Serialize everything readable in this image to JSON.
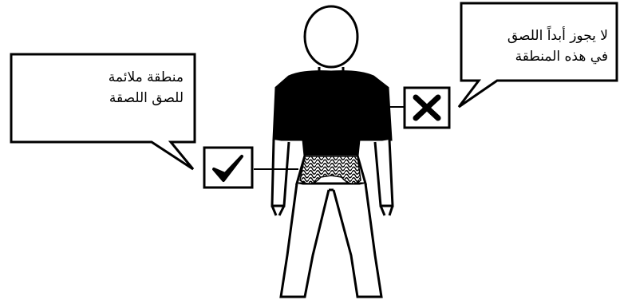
{
  "callouts": {
    "allowed": {
      "line1": "منطقة ملائمة",
      "line2": "للصق اللصقة"
    },
    "forbidden": {
      "line1": "لا يجوز أبداً اللصق",
      "line2": "في هذه المنطقة"
    }
  },
  "icons": {
    "allowed_mark": "checkmark-icon",
    "forbidden_mark": "cross-icon"
  },
  "colors": {
    "ink": "#000000",
    "paper": "#ffffff"
  }
}
